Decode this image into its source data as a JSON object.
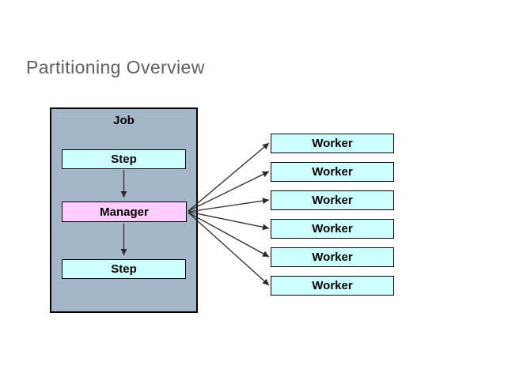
{
  "title": "Partitioning Overview",
  "diagram": {
    "job_label": "Job",
    "step_top_label": "Step",
    "manager_label": "Manager",
    "step_bottom_label": "Step",
    "workers": [
      "Worker",
      "Worker",
      "Worker",
      "Worker",
      "Worker",
      "Worker"
    ]
  },
  "colors": {
    "background": "#FFFFFF",
    "title_text": "#5F5F5F",
    "container_fill": "#A4B7C9",
    "step_fill": "#CCFFFF",
    "manager_fill": "#FFCCFF",
    "worker_fill": "#CCFFFF",
    "box_border": "#000000",
    "arrow": "#2B2B2B"
  }
}
